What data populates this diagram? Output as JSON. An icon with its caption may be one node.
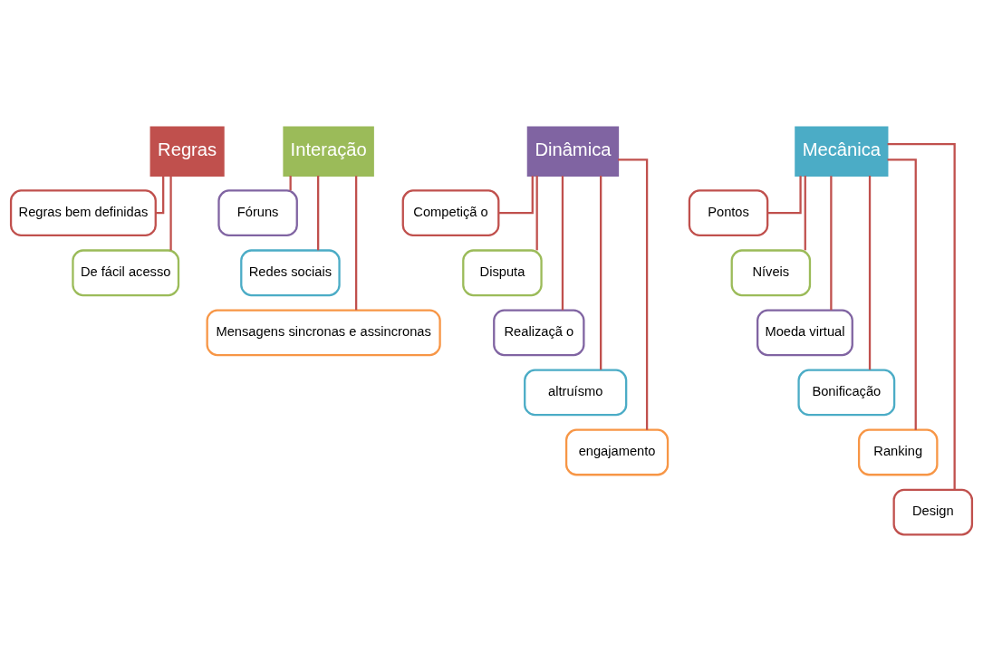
{
  "diagram": {
    "nodes": [
      {
        "text": [
          "Regras"
        ]
      },
      {
        "text": [
          "Regras bem definidas"
        ]
      },
      {
        "text": [
          "De fácil acesso"
        ]
      },
      {
        "text": [
          "Interação"
        ]
      },
      {
        "text": [
          "Fóruns"
        ]
      },
      {
        "text": [
          "Redes sociais"
        ]
      },
      {
        "text": [
          "Mensagens sincronas e assincronas"
        ]
      },
      {
        "text": [
          "Dinâmica"
        ]
      },
      {
        "text": [
          "Competiçã o"
        ]
      },
      {
        "text": [
          "Disputa"
        ]
      },
      {
        "text": [
          "Realizaçã o"
        ]
      },
      {
        "text": [
          "altruísmo"
        ]
      },
      {
        "text": [
          "engajamento"
        ]
      },
      {
        "text": [
          "Mecânica"
        ]
      },
      {
        "text": [
          "Pontos"
        ]
      },
      {
        "text": [
          "Níveis"
        ]
      },
      {
        "text": [
          "Moeda virtual"
        ]
      },
      {
        "text": [
          "Bonificação"
        ]
      },
      {
        "text": [
          "Ranking"
        ]
      },
      {
        "text": [
          "Design"
        ]
      }
    ],
    "edges": [
      {
        "from": 0,
        "to": 1,
        "arrow": "none"
      },
      {
        "from": 0,
        "to": 2,
        "arrow": "none"
      },
      {
        "from": 3,
        "to": 4,
        "arrow": "none"
      },
      {
        "from": 3,
        "to": 5,
        "arrow": "none"
      },
      {
        "from": 3,
        "to": 6,
        "arrow": "none"
      },
      {
        "from": 7,
        "to": 8,
        "arrow": "none"
      },
      {
        "from": 7,
        "to": 9,
        "arrow": "none"
      },
      {
        "from": 7,
        "to": 10,
        "arrow": "none"
      },
      {
        "from": 7,
        "to": 11,
        "arrow": "none"
      },
      {
        "from": 7,
        "to": 12,
        "arrow": "none"
      },
      {
        "from": 13,
        "to": 14,
        "arrow": "none"
      },
      {
        "from": 13,
        "to": 15,
        "arrow": "none"
      },
      {
        "from": 13,
        "to": 16,
        "arrow": "none"
      },
      {
        "from": 13,
        "to": 17,
        "arrow": "none"
      },
      {
        "from": 13,
        "to": 18,
        "arrow": "none"
      },
      {
        "from": 13,
        "to": 19,
        "arrow": "none"
      }
    ]
  }
}
